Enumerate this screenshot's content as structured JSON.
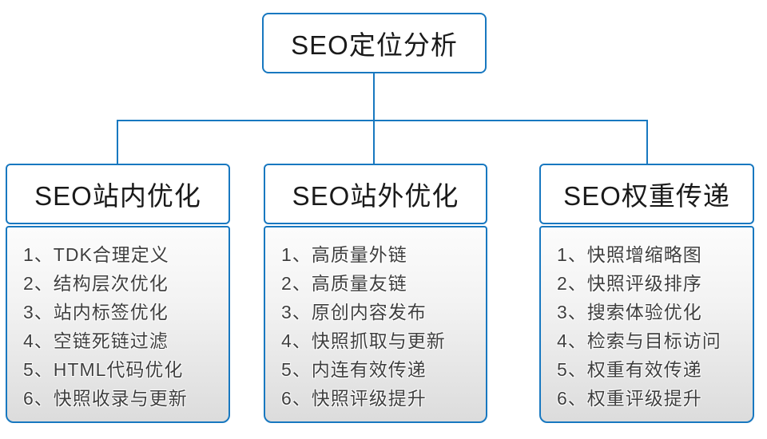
{
  "diagram": {
    "root": {
      "label": "SEO定位分析"
    },
    "columns": [
      {
        "title": "SEO站内优化",
        "items": [
          "1、TDK合理定义",
          "2、结构层次优化",
          "3、站内标签优化",
          "4、空链死链过滤",
          "5、HTML代码优化",
          "6、快照收录与更新"
        ]
      },
      {
        "title": "SEO站外优化",
        "items": [
          "1、高质量外链",
          "2、高质量友链",
          "3、原创内容发布",
          "4、快照抓取与更新",
          "5、内连有效传递",
          "6、快照评级提升"
        ]
      },
      {
        "title": "SEO权重传递",
        "items": [
          "1、快照增缩略图",
          "2、快照评级排序",
          "3、搜索体验优化",
          "4、检索与目标访问",
          "5、权重有效传递",
          "6、权重评级提升"
        ]
      }
    ],
    "colors": {
      "connector_blue": "#1878c0",
      "card_gradient_top": "#fcfcfc",
      "card_gradient_bottom": "#dcdcdc",
      "title_text": "#1a1a1a",
      "item_text": "#3f3f3f"
    }
  }
}
